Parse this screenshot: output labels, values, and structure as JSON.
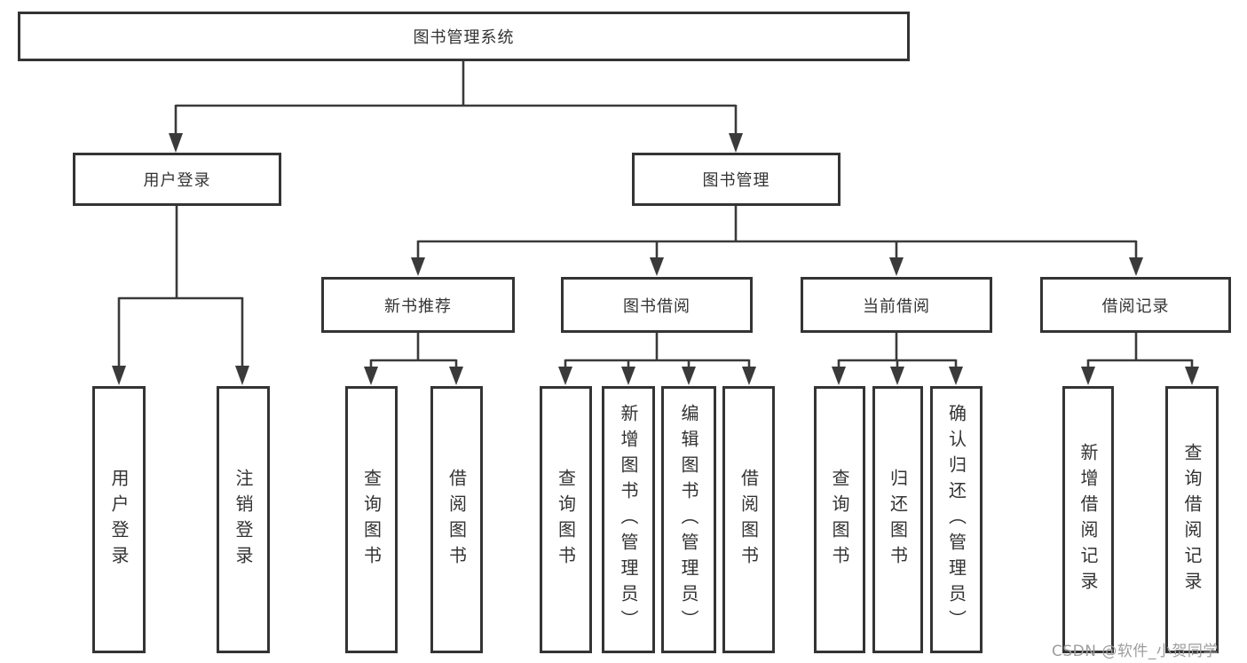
{
  "diagram": {
    "title": "图书管理系统",
    "colors": {
      "line": "#3a3a3a",
      "box_border": "#343434",
      "text": "#333333",
      "watermark_text": "#9d9d9d",
      "background": "#ffffff"
    },
    "watermark": "CSDN @软件_小贺同学",
    "nodes": {
      "root": {
        "label": "图书管理系统"
      },
      "user_login": {
        "label": "用户登录"
      },
      "book_mgmt": {
        "label": "图书管理"
      },
      "new_book_rec": {
        "label": "新书推荐"
      },
      "book_borrow": {
        "label": "图书借阅"
      },
      "current_borrow": {
        "label": "当前借阅"
      },
      "borrow_records": {
        "label": "借阅记录"
      },
      "leaf_user_login": {
        "label": "用户登录"
      },
      "leaf_logout": {
        "label": "注销登录"
      },
      "leaf_query_books_1": {
        "label": "查询图书"
      },
      "leaf_borrow_books_1": {
        "label": "借阅图书"
      },
      "leaf_query_books_2": {
        "label": "查询图书"
      },
      "leaf_add_books": {
        "label": "新增图书（管理员）"
      },
      "leaf_edit_books": {
        "label": "编辑图书（管理员）"
      },
      "leaf_borrow_books_2": {
        "label": "借阅图书"
      },
      "leaf_query_books_3": {
        "label": "查询图书"
      },
      "leaf_return_books": {
        "label": "归还图书"
      },
      "leaf_confirm_return": {
        "label": "确认归还（管理员）"
      },
      "leaf_add_borrow_record": {
        "label": "新增借阅记录"
      },
      "leaf_query_borrow_record": {
        "label": "查询借阅记录"
      }
    },
    "structure": {
      "root": [
        "user_login",
        "book_mgmt"
      ],
      "user_login": [
        "leaf_user_login",
        "leaf_logout"
      ],
      "book_mgmt": [
        "new_book_rec",
        "book_borrow",
        "current_borrow",
        "borrow_records"
      ],
      "new_book_rec": [
        "leaf_query_books_1",
        "leaf_borrow_books_1"
      ],
      "book_borrow": [
        "leaf_query_books_2",
        "leaf_add_books",
        "leaf_edit_books",
        "leaf_borrow_books_2"
      ],
      "current_borrow": [
        "leaf_query_books_3",
        "leaf_return_books",
        "leaf_confirm_return"
      ],
      "borrow_records": [
        "leaf_add_borrow_record",
        "leaf_query_borrow_record"
      ]
    }
  }
}
